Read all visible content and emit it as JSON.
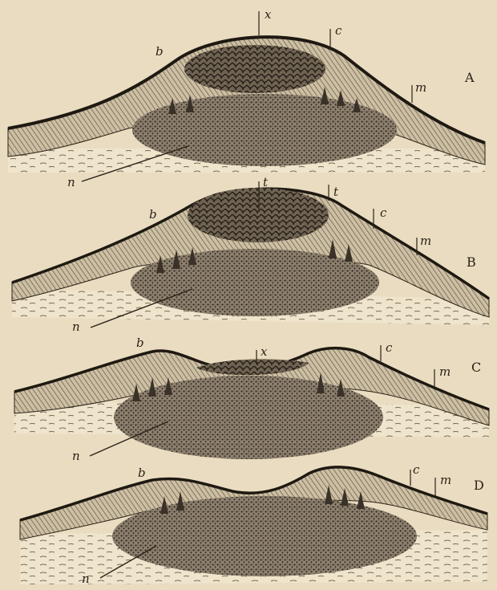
{
  "panels": [
    {
      "id": "A",
      "label": "A",
      "letters": {
        "b": "b",
        "x": "x",
        "c": "c",
        "m": "m",
        "n": "n"
      }
    },
    {
      "id": "B",
      "label": "B",
      "letters": {
        "b": "b",
        "t1": "t",
        "t2": "t",
        "c": "c",
        "m": "m",
        "n": "n"
      }
    },
    {
      "id": "C",
      "label": "C",
      "letters": {
        "b": "b",
        "x": "x",
        "c": "c",
        "m": "m",
        "n": "n"
      }
    },
    {
      "id": "D",
      "label": "D",
      "letters": {
        "b": "b",
        "c": "c",
        "m": "m",
        "n": "n"
      }
    }
  ],
  "colors": {
    "paper": "#e9dcc0",
    "ink": "#2a2218",
    "hatch": "#7a6d58",
    "stipple": "#3a3128",
    "dermis": "#efe4cc"
  }
}
